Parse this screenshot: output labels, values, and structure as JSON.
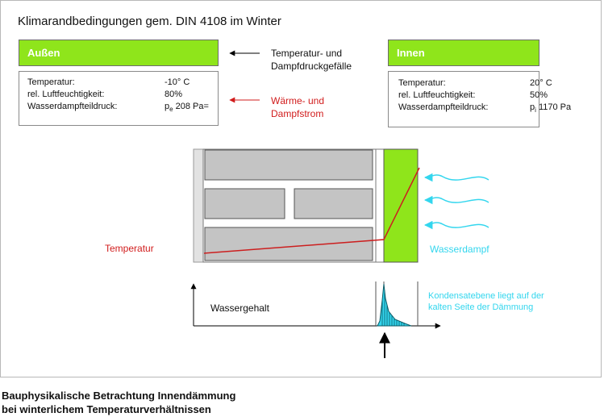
{
  "title": "Klimarandbedingungen gem. DIN 4108 im Winter",
  "outside": {
    "label": "Außen",
    "rows": [
      {
        "label": "Temperatur:",
        "value": "-10° C"
      },
      {
        "label": "rel. Luftfeuchtigkeit:",
        "value": "80%"
      },
      {
        "label": "Wasserdampfteildruck:",
        "value_prefix": "p",
        "value_sub": "e",
        "value_suffix": " 208 Pa="
      }
    ]
  },
  "inside": {
    "label": "Innen",
    "rows": [
      {
        "label": "Temperatur:",
        "value": "20° C"
      },
      {
        "label": "rel. Luftfeuchtigkeit:",
        "value": "50%"
      },
      {
        "label": "Wasserdampfteildruck:",
        "value_prefix": "p",
        "value_sub": "i",
        "value_suffix": " 1170 Pa"
      }
    ]
  },
  "arrows": {
    "gradient_line1": "Temperatur- und",
    "gradient_line2": "Dampfdruckgefälle",
    "flow_line1": "Wärme- und",
    "flow_line2": "Dampfstrom"
  },
  "diagram": {
    "temperature_label": "Temperatur",
    "vapor_label": "Wasserdampf",
    "water_content_label": "Wassergehalt",
    "condensation_line1": "Kondensatebene liegt auf der",
    "condensation_line2": "kalten Seite der Dämmung"
  },
  "caption": {
    "line1": "Bauphysikalische Betrachtung Innendämmung",
    "line2": "bei winterlichem Temperaturverhältnissen"
  },
  "colors": {
    "insulation_green": "#8fe51b",
    "masonry_gray": "#c4c4c4",
    "temperature_red": "#cc1f1f",
    "vapor_cyan": "#33d6ee",
    "arrow_black": "#000000"
  }
}
